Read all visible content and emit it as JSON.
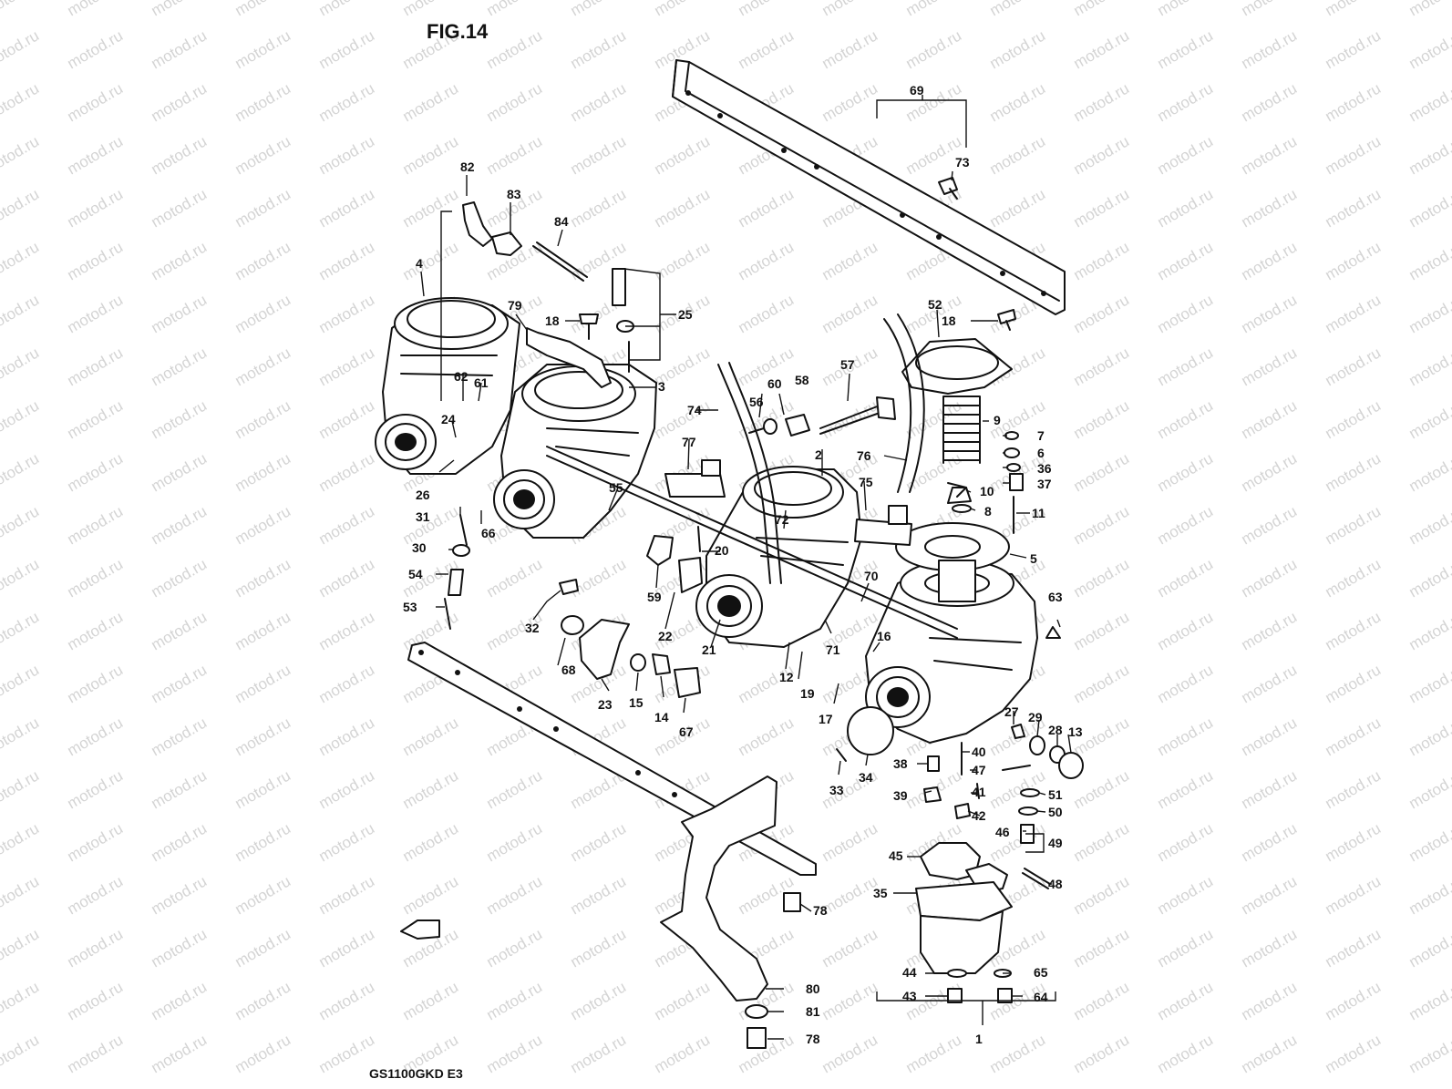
{
  "figure": {
    "title": "FIG.14",
    "model_code": "GS1100GKD E3",
    "watermark": "motod.ru"
  },
  "callouts": {
    "c1": "1",
    "c2": "2",
    "c3": "3",
    "c4": "4",
    "c5": "5",
    "c6": "6",
    "c7": "7",
    "c8": "8",
    "c9": "9",
    "c10": "10",
    "c11": "11",
    "c12": "12",
    "c13": "13",
    "c14": "14",
    "c15": "15",
    "c16": "16",
    "c17": "17",
    "c18a": "18",
    "c18b": "18",
    "c19": "19",
    "c20": "20",
    "c21": "21",
    "c22": "22",
    "c23": "23",
    "c24": "24",
    "c25": "25",
    "c26": "26",
    "c27": "27",
    "c28": "28",
    "c29": "29",
    "c30": "30",
    "c31": "31",
    "c32": "32",
    "c33": "33",
    "c34": "34",
    "c35": "35",
    "c36": "36",
    "c37": "37",
    "c38": "38",
    "c39": "39",
    "c40": "40",
    "c41": "41",
    "c42": "42",
    "c43": "43",
    "c44": "44",
    "c45": "45",
    "c46": "46",
    "c47": "47",
    "c48": "48",
    "c49": "49",
    "c50": "50",
    "c51": "51",
    "c52": "52",
    "c53": "53",
    "c54": "54",
    "c55": "55",
    "c56": "56",
    "c57": "57",
    "c58": "58",
    "c59": "59",
    "c60": "60",
    "c61": "61",
    "c62": "62",
    "c63": "63",
    "c64": "64",
    "c65": "65",
    "c66": "66",
    "c67": "67",
    "c68": "68",
    "c69": "69",
    "c70": "70",
    "c71": "71",
    "c72": "72",
    "c73": "73",
    "c74": "74",
    "c75": "75",
    "c76": "76",
    "c77": "77",
    "c78a": "78",
    "c78b": "78",
    "c79": "79",
    "c80": "80",
    "c81": "81",
    "c82": "82",
    "c83": "83",
    "c84": "84"
  }
}
